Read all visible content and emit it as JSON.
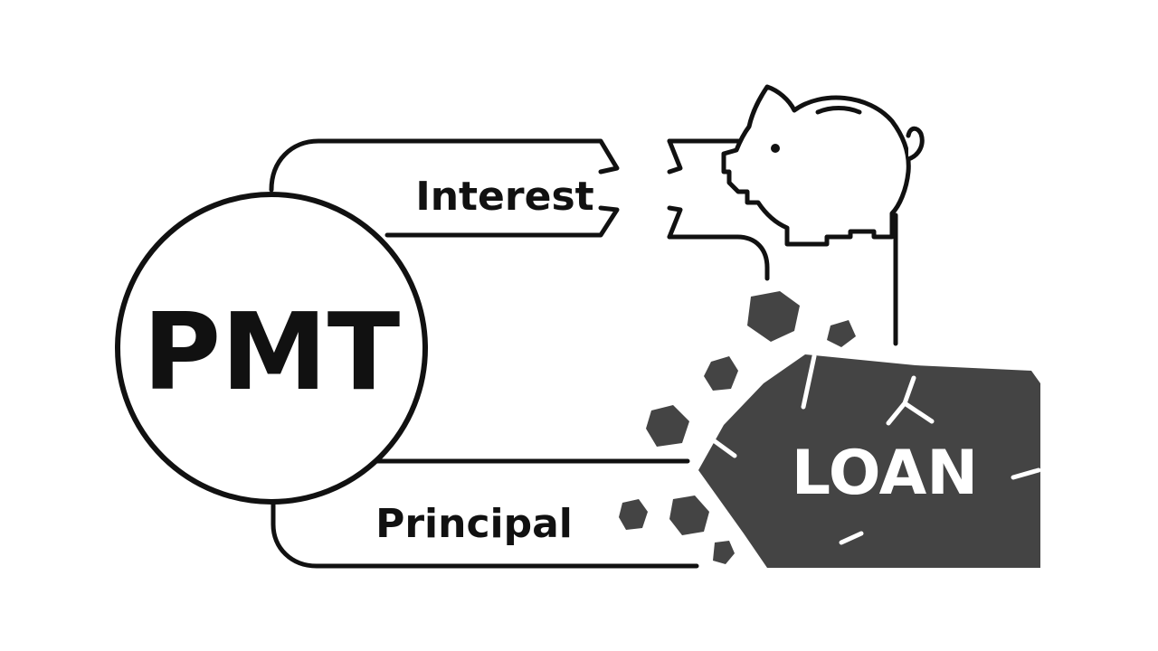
{
  "diagram": {
    "center_label": "PMT",
    "top_branch_label": "Interest",
    "bottom_branch_label": "Principal",
    "loan_label": "LOAN",
    "icons": [
      "piggy-bank-icon",
      "broken-rock-icon"
    ]
  },
  "colors": {
    "line": "#111111",
    "rock": "#444444",
    "background": "#ffffff",
    "loan_text": "#ffffff"
  }
}
